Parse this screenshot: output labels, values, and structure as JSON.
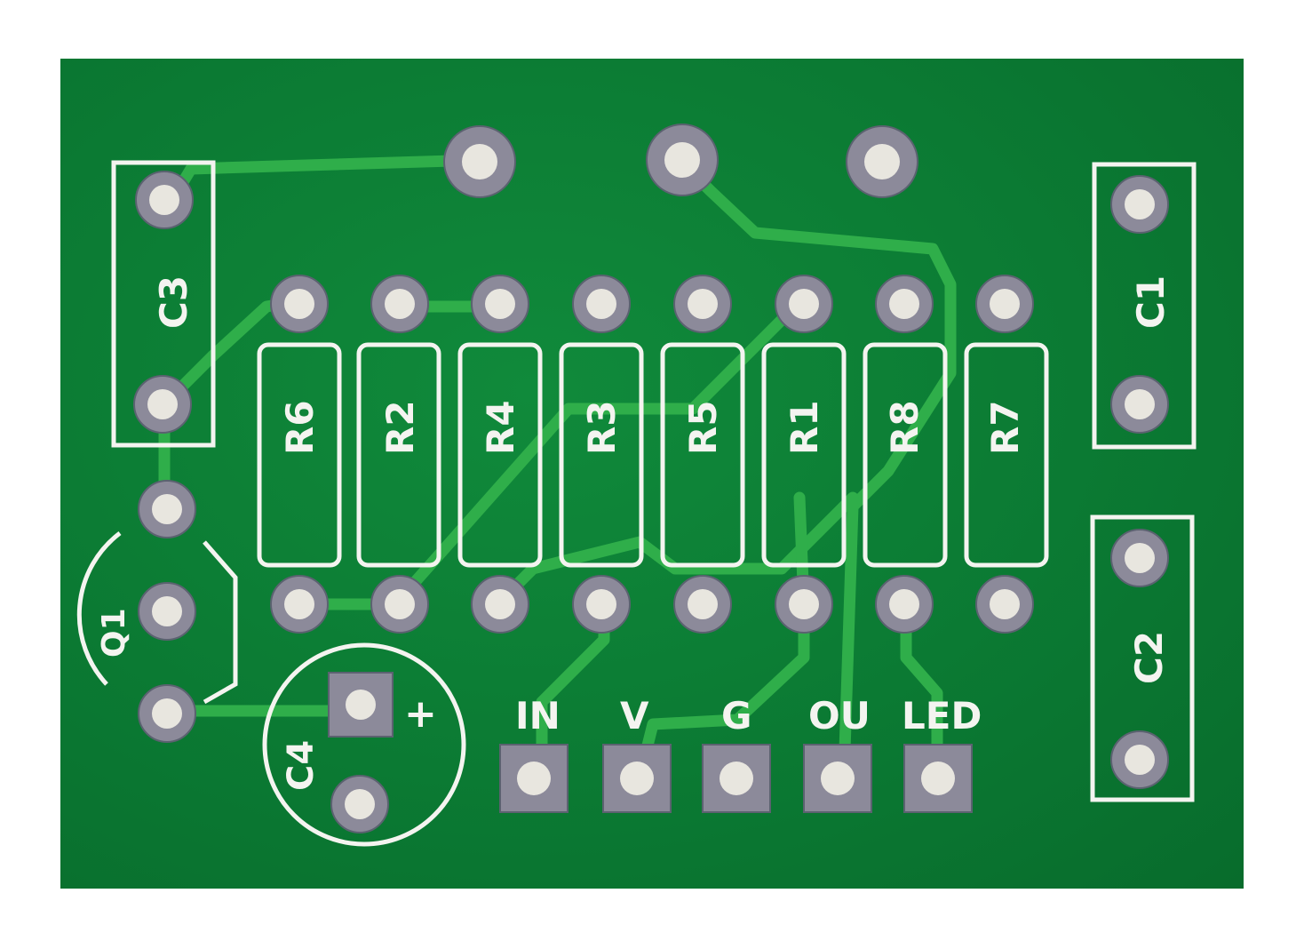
{
  "board": {
    "color": "#0b7a33",
    "silkscreen_color": "#f4f4f0",
    "trace_color": "#2fae4a",
    "pad_color": "#8c8a9a"
  },
  "components": {
    "resistors": [
      "R6",
      "R2",
      "R4",
      "R3",
      "R5",
      "R1",
      "R8",
      "R7"
    ],
    "capacitors": {
      "c1": "C1",
      "c2": "C2",
      "c3": "C3",
      "c4": "C4"
    },
    "transistor": "Q1",
    "c4_polarity": "+"
  },
  "connector": {
    "pins": [
      "IN",
      "V",
      "G",
      "OU",
      "LED"
    ]
  }
}
